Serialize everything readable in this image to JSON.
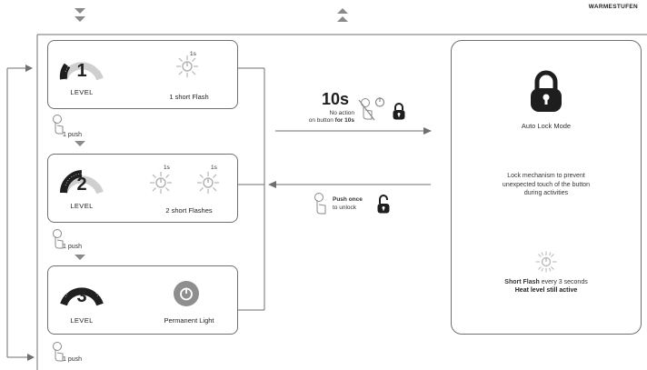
{
  "header": {
    "title": "WARMESTUFEN"
  },
  "levels": [
    {
      "number": "1",
      "label": "LEVEL",
      "description": "1 short Flash",
      "timer_label": "1s"
    },
    {
      "number": "2",
      "label": "LEVEL",
      "description": "2 short Flashes",
      "timer_label": "1s"
    },
    {
      "number": "3",
      "label": "LEVEL",
      "description": "Permanent Light"
    }
  ],
  "push_labels": [
    "1 push",
    "1 push",
    "1 push"
  ],
  "lock_transition": {
    "time": "10s",
    "line1": "No action",
    "line2_prefix": "on button ",
    "line2_bold": "for 10s"
  },
  "unlock_transition": {
    "bold": "Push once",
    "rest": "to unlock"
  },
  "auto_lock": {
    "title": "Auto Lock Mode",
    "description_lines": [
      "Lock mechanism to prevent",
      "unexpected touch of the button",
      "during activities"
    ],
    "flash_bold": "Short Flash",
    "flash_rest": " every 3 seconds",
    "heat_line": "Heat level still active"
  },
  "colors": {
    "card_border": "#6f6f6f",
    "dark": "#1e1e1e",
    "light_gray": "#cfcfcf",
    "mid_gray": "#8a8a8a",
    "icon_gray": "#bdbdbd",
    "burst_gray": "#b5b5b5",
    "permanent_light": "#8e8e8e"
  },
  "icons": [
    "chevron-down-double-icon",
    "chevron-up-double-icon",
    "level-gauge-icon",
    "power-flash-icon",
    "power-light-icon",
    "hand-push-icon",
    "no-touch-icon",
    "lock-closed-icon",
    "lock-open-icon"
  ]
}
